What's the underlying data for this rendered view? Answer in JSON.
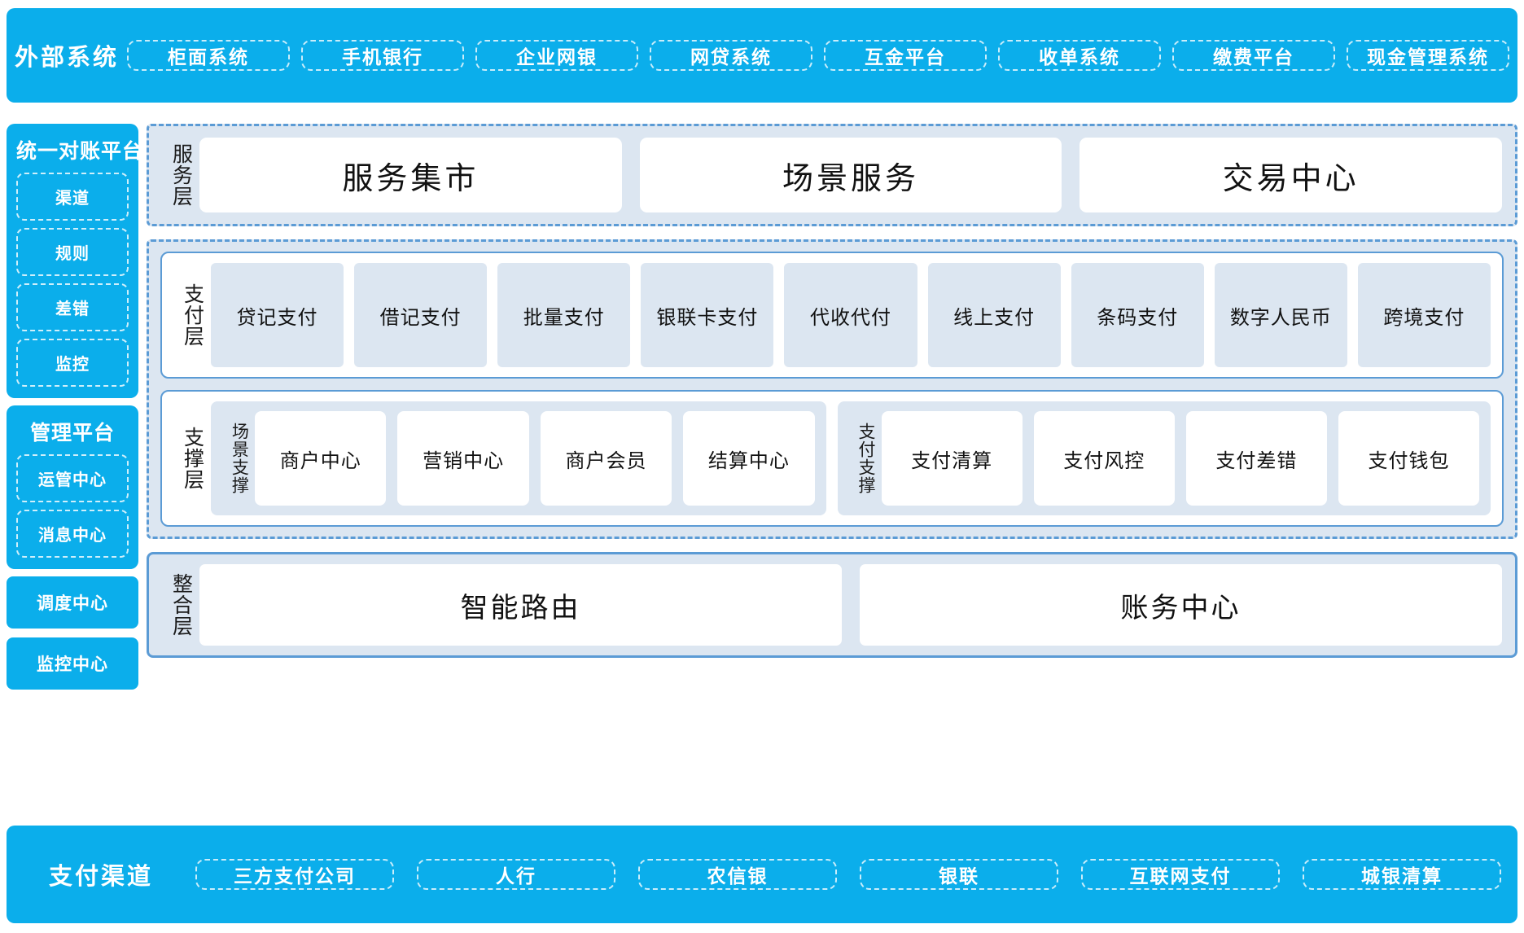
{
  "external_systems": {
    "title": "外部系统",
    "items": [
      "柜面系统",
      "手机银行",
      "企业网银",
      "网贷系统",
      "互金平台",
      "收单系统",
      "缴费平台",
      "现金管理系统"
    ]
  },
  "sidebar": {
    "reconciliation": {
      "title": "统一对账平台",
      "items": [
        "渠道",
        "规则",
        "差错",
        "监控"
      ]
    },
    "management": {
      "title": "管理平台",
      "items": [
        "运管中心",
        "消息中心"
      ]
    },
    "buttons": [
      "调度中心",
      "监控中心"
    ]
  },
  "service_layer": {
    "label": "服务层",
    "cards": [
      "服务集市",
      "场景服务",
      "交易中心"
    ]
  },
  "payment_layer": {
    "label": "支付层",
    "cards": [
      "贷记支付",
      "借记支付",
      "批量支付",
      "银联卡支付",
      "代收代付",
      "线上支付",
      "条码支付",
      "数字人民币",
      "跨境支付"
    ]
  },
  "support_layer": {
    "label": "支撑层",
    "groups": [
      {
        "label": "场景支撑",
        "cards": [
          "商户中心",
          "营销中心",
          "商户会员",
          "结算中心"
        ]
      },
      {
        "label": "支付支撑",
        "cards": [
          "支付清算",
          "支付风控",
          "支付差错",
          "支付钱包"
        ]
      }
    ]
  },
  "integration_layer": {
    "label": "整合层",
    "cards": [
      "智能路由",
      "账务中心"
    ]
  },
  "payment_channels": {
    "title": "支付渠道",
    "items": [
      "三方支付公司",
      "人行",
      "农信银",
      "银联",
      "互联网支付",
      "城银清算"
    ]
  },
  "colors": {
    "brand_cyan": "#0BAEEB",
    "panel_blue": "#DCE6F1",
    "border_blue": "#5B9BD5",
    "card_white": "#FFFFFF"
  }
}
